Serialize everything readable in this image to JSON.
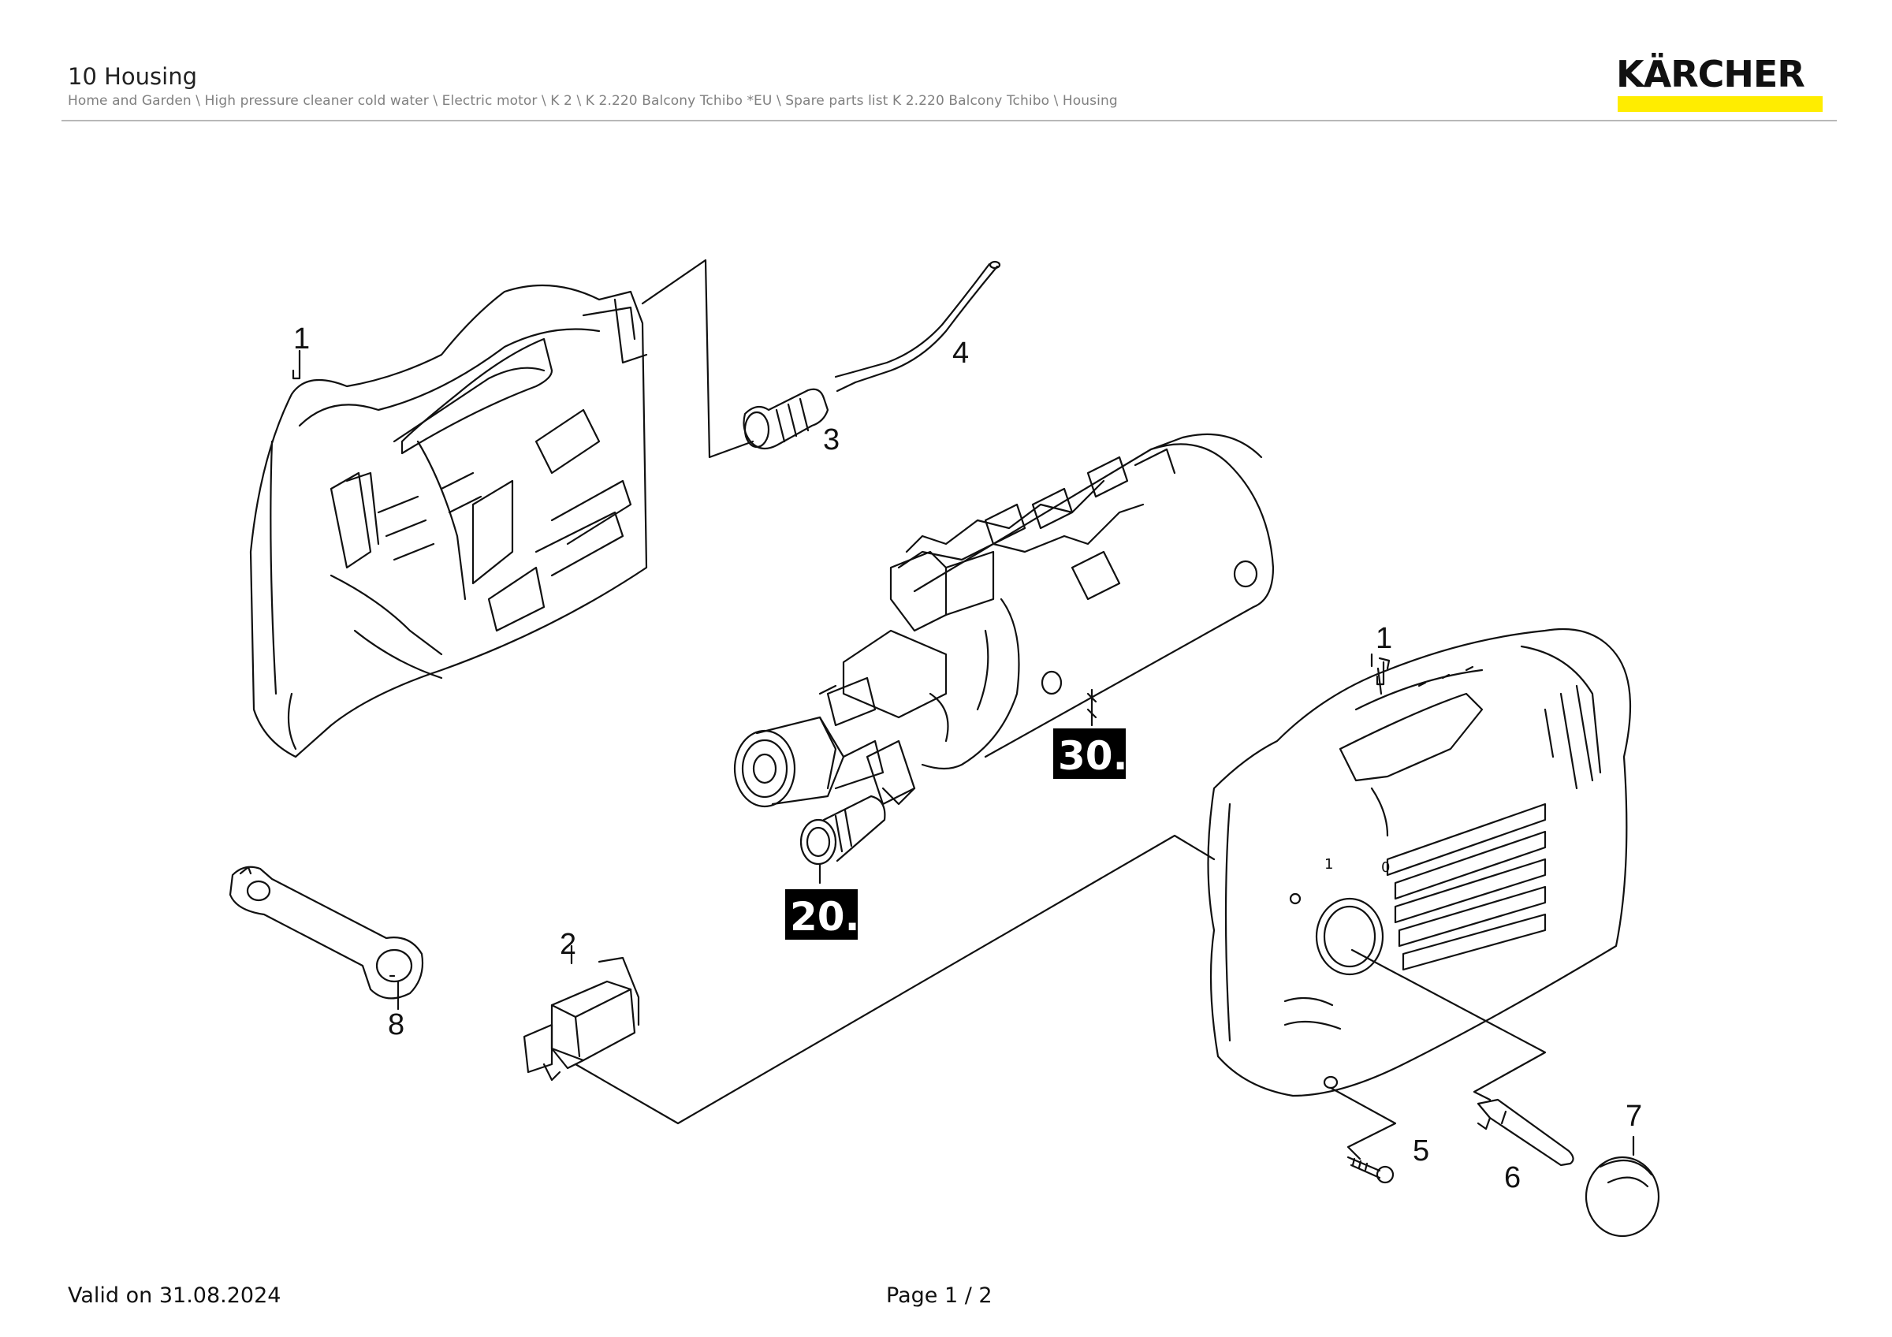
{
  "header": {
    "title": "10 Housing",
    "breadcrumb": "Home and Garden \\ High pressure cleaner cold water \\ Electric motor \\ K 2 \\ K 2.220 Balcony Tchibo *EU \\ Spare parts list K 2.220 Balcony Tchibo \\ Housing"
  },
  "logo": {
    "wordmark": "KÄRCHER",
    "accent_color": "#ffed00"
  },
  "callouts": {
    "c1_left": "1",
    "c1_right": "1",
    "c2": "2",
    "c3": "3",
    "c4": "4",
    "c5": "5",
    "c6": "6",
    "c7": "7",
    "c8": "8",
    "b20": "20.",
    "b30": "30."
  },
  "switch_marks": {
    "on": "1",
    "off": "0"
  },
  "footer": {
    "valid": "Valid on 31.08.2024",
    "page": "Page 1 / 2"
  }
}
